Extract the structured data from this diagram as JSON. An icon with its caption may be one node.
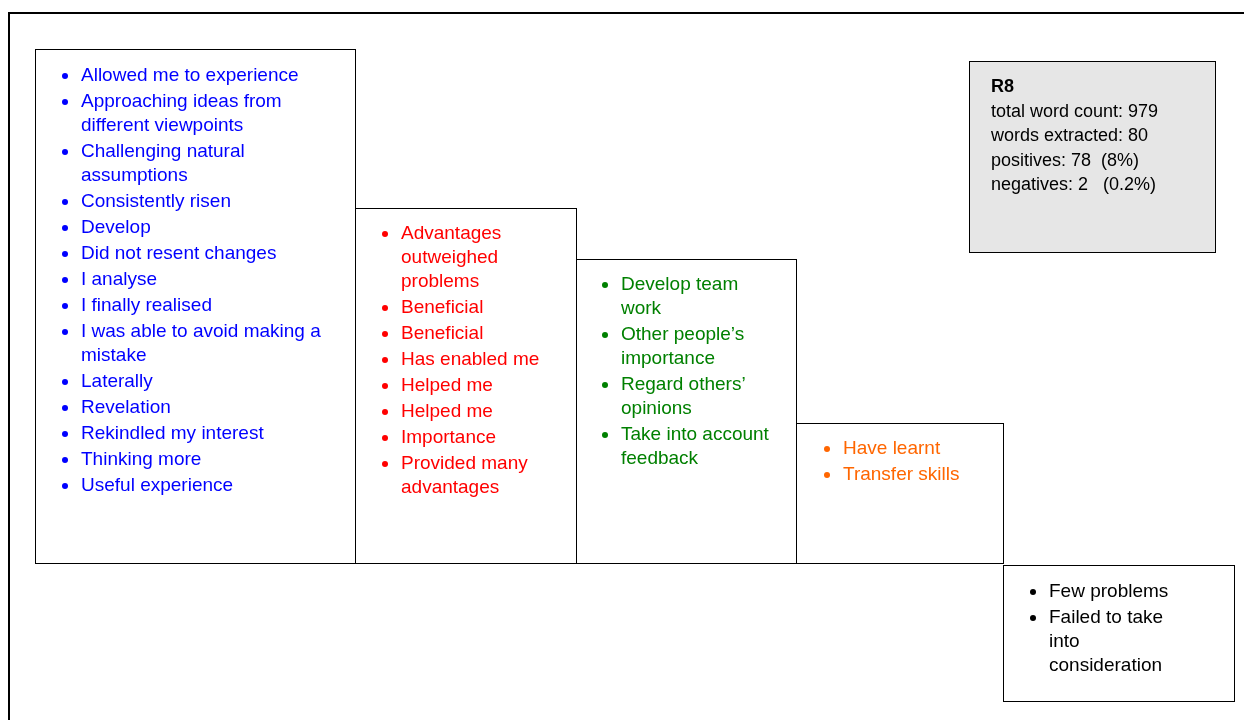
{
  "diagram": {
    "nodes": [
      {
        "text": [
          "Allowed me to experience",
          "Approaching ideas from different viewpoints",
          "Challenging natural assumptions",
          "Consistently risen",
          "Develop",
          "Did not resent changes",
          "I analyse",
          "I finally realised",
          "I was able to avoid making a mistake",
          "Laterally",
          "Revelation",
          "Rekindled my interest",
          "Thinking more",
          "Useful experience"
        ]
      },
      {
        "text": [
          "Advantages outweighed problems",
          "Beneficial",
          "Beneficial",
          "Has enabled me",
          "Helped me",
          "Helped me",
          "Importance",
          "Provided many advantages"
        ]
      },
      {
        "text": [
          "Develop team work",
          "Other people’s importance",
          "Regard others’ opinions",
          "Take into account feedback"
        ]
      },
      {
        "text": [
          "Have learnt",
          "Transfer skills"
        ]
      },
      {
        "text": [
          "Few problems",
          "Failed to take into consideration"
        ]
      },
      {
        "text": [
          "R8",
          "total word count: 979",
          "words extracted: 80",
          "positives: 78  (8%)",
          "negatives: 2   (0.2%)"
        ]
      }
    ]
  }
}
